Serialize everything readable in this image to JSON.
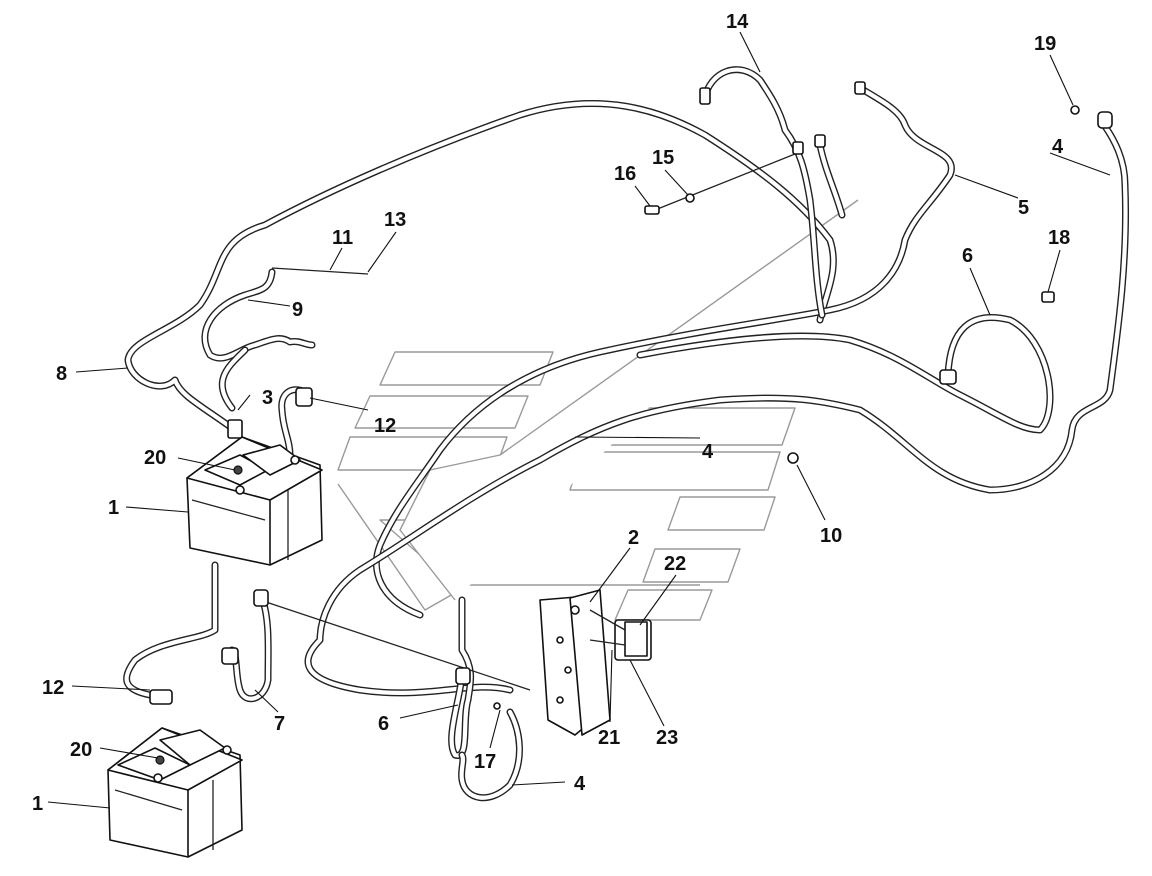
{
  "callouts": {
    "c1a": "1",
    "c1b": "1",
    "c2": "2",
    "c3": "3",
    "c4a": "4",
    "c4b": "4",
    "c4c": "4",
    "c5": "5",
    "c6a": "6",
    "c6b": "6",
    "c7": "7",
    "c8": "8",
    "c9": "9",
    "c10": "10",
    "c11": "11",
    "c12a": "12",
    "c12b": "12",
    "c13": "13",
    "c14": "14",
    "c15": "15",
    "c16": "16",
    "c17": "17",
    "c18": "18",
    "c19": "19",
    "c20a": "20",
    "c20b": "20",
    "c21": "21",
    "c22": "22",
    "c23": "23"
  }
}
